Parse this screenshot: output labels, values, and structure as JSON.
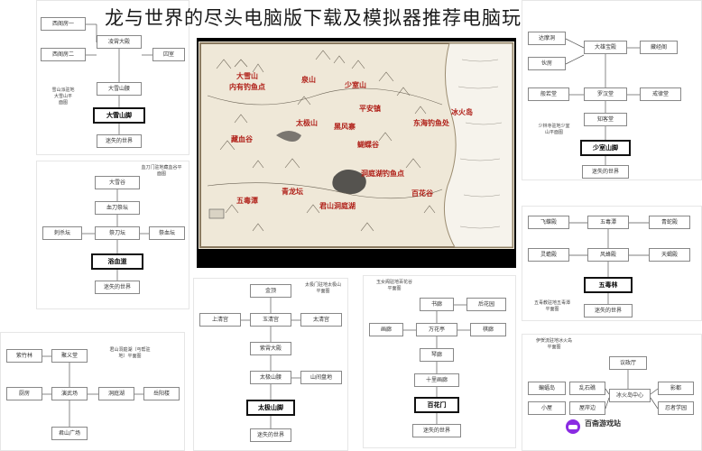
{
  "title": "龙与世界的尽头电脑版下载及模拟器推荐电脑玩",
  "center_map": {
    "labels": [
      "大雪山",
      "内有钓鱼点",
      "泉山",
      "少室山",
      "平安镇",
      "冰火岛",
      "东海钓鱼处",
      "太极山",
      "黑风寨",
      "藏血谷",
      "蝴蝶谷",
      "洞庭湖钓鱼点",
      "五毒潭",
      "青龙坛",
      "君山洞庭湖",
      "百花谷"
    ]
  },
  "panels": {
    "xueshan": {
      "caption": "雪山派驻地\n大雪山平\n面图",
      "nodes": [
        "西阁房一",
        "凌霄大殿",
        "西阁房二",
        "囚室",
        "大雪山腰",
        "大雪山脚",
        "迷失的世界"
      ]
    },
    "xuedao": {
      "caption": "血刀门驻地藏血谷平\n面图",
      "nodes": [
        "大雪谷",
        "血刀祭坛",
        "刺杀坛",
        "祭刀坛",
        "祭血坛",
        "浴血道",
        "迷失的世界"
      ]
    },
    "junshan": {
      "caption": "君山洞庭湖（丐帮驻\n地）平面图",
      "nodes": [
        "紫竹林",
        "聚义堂",
        "厨房",
        "演武场",
        "洞庭湖",
        "岳阳楼",
        "君山广场"
      ]
    },
    "taiji": {
      "caption": "太极门驻地太极山\n平面图",
      "nodes": [
        "金顶",
        "上清宫",
        "玉清宫",
        "太清宫",
        "紫霄大殿",
        "太极山腰",
        "山间盘地",
        "太极山脚",
        "迷失的世界"
      ]
    },
    "baihua": {
      "caption": "玉女阁驻地百花谷\n平面图",
      "nodes": [
        "书廊",
        "后花园",
        "画廊",
        "万花亭",
        "棋廊",
        "琴廊",
        "十里画廊",
        "百花门",
        "迷失的世界"
      ]
    },
    "shaoshi": {
      "caption": "少林寺驻地少室\n山平面图",
      "nodes": [
        "达摩洞",
        "大雄宝殿",
        "藏经阁",
        "伙房",
        "般若堂",
        "罗汉堂",
        "戒律堂",
        "知客堂",
        "少室山脚",
        "迷失的世界"
      ]
    },
    "wudu": {
      "caption": "五毒教驻地五毒潭\n平面图",
      "nodes": [
        "飞蝶殿",
        "五毒潭",
        "青蛇殿",
        "灵蟾殿",
        "风蜂殿",
        "天蝎殿",
        "五毒林",
        "迷失的世界"
      ]
    },
    "binghuo": {
      "caption": "伊贺流驻地冰火岛\n平面图",
      "nodes": [
        "议政厅",
        "蝙蝠岛",
        "乱石礁",
        "冰火岛中心",
        "影都",
        "小屋",
        "屋岸边",
        "忍者学园"
      ]
    }
  },
  "watermark": {
    "name": "百斋游戏站"
  },
  "colors": {
    "map_label": "#b02019",
    "map_paper": "#efe8d8",
    "node_border": "#888888"
  }
}
